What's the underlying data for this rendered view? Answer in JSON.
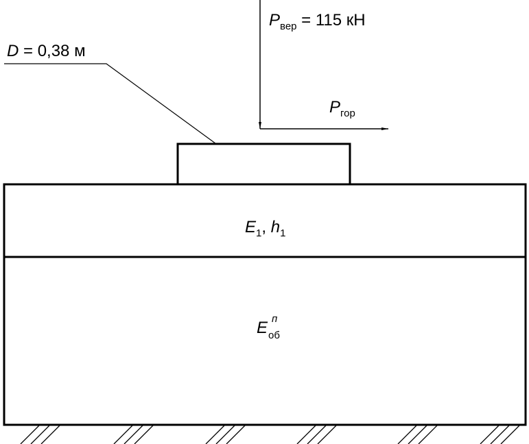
{
  "labels": {
    "diameter": {
      "sym": "D",
      "rest": " = 0,38 м"
    },
    "p_vert": {
      "sym": "P",
      "sub": "вер",
      "rest": " = 115 кН"
    },
    "p_hor": {
      "sym": "P",
      "sub": "гор"
    },
    "layer1": {
      "e": "E",
      "e_sub": "1",
      "sep": ", ",
      "h": "h",
      "h_sub": "1"
    },
    "subgrade": {
      "e": "E",
      "sub": "об",
      "sup": "п"
    }
  }
}
